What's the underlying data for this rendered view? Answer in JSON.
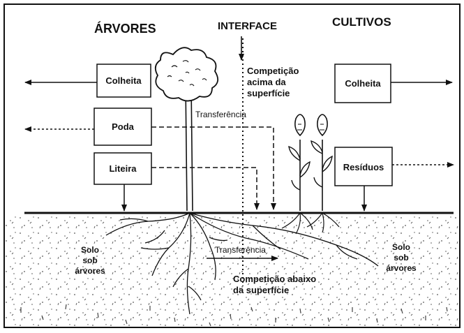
{
  "headers": {
    "trees": "ÁRVORES",
    "interface": "INTERFACE",
    "crops": "CULTIVOS"
  },
  "boxes": {
    "harvest_left": "Colheita",
    "pruning": "Poda",
    "litter": "Liteira",
    "harvest_right": "Colheita",
    "residues": "Resíduos"
  },
  "labels": {
    "competition_above_1": "Competição",
    "competition_above_2": "acima da",
    "competition_above_3": "superfície",
    "transfer_above": "Transferência",
    "transfer_below": "Transferência",
    "competition_below_1": "Competição abaixo",
    "competition_below_2": "da superfície",
    "soil_left_1": "Solo",
    "soil_left_2": "sob",
    "soil_left_3": "árvores",
    "soil_right_1": "Solo",
    "soil_right_2": "sob",
    "soil_right_3": "árvores"
  },
  "colors": {
    "ink": "#111111",
    "background": "#ffffff",
    "soil_dots": "#555555"
  }
}
